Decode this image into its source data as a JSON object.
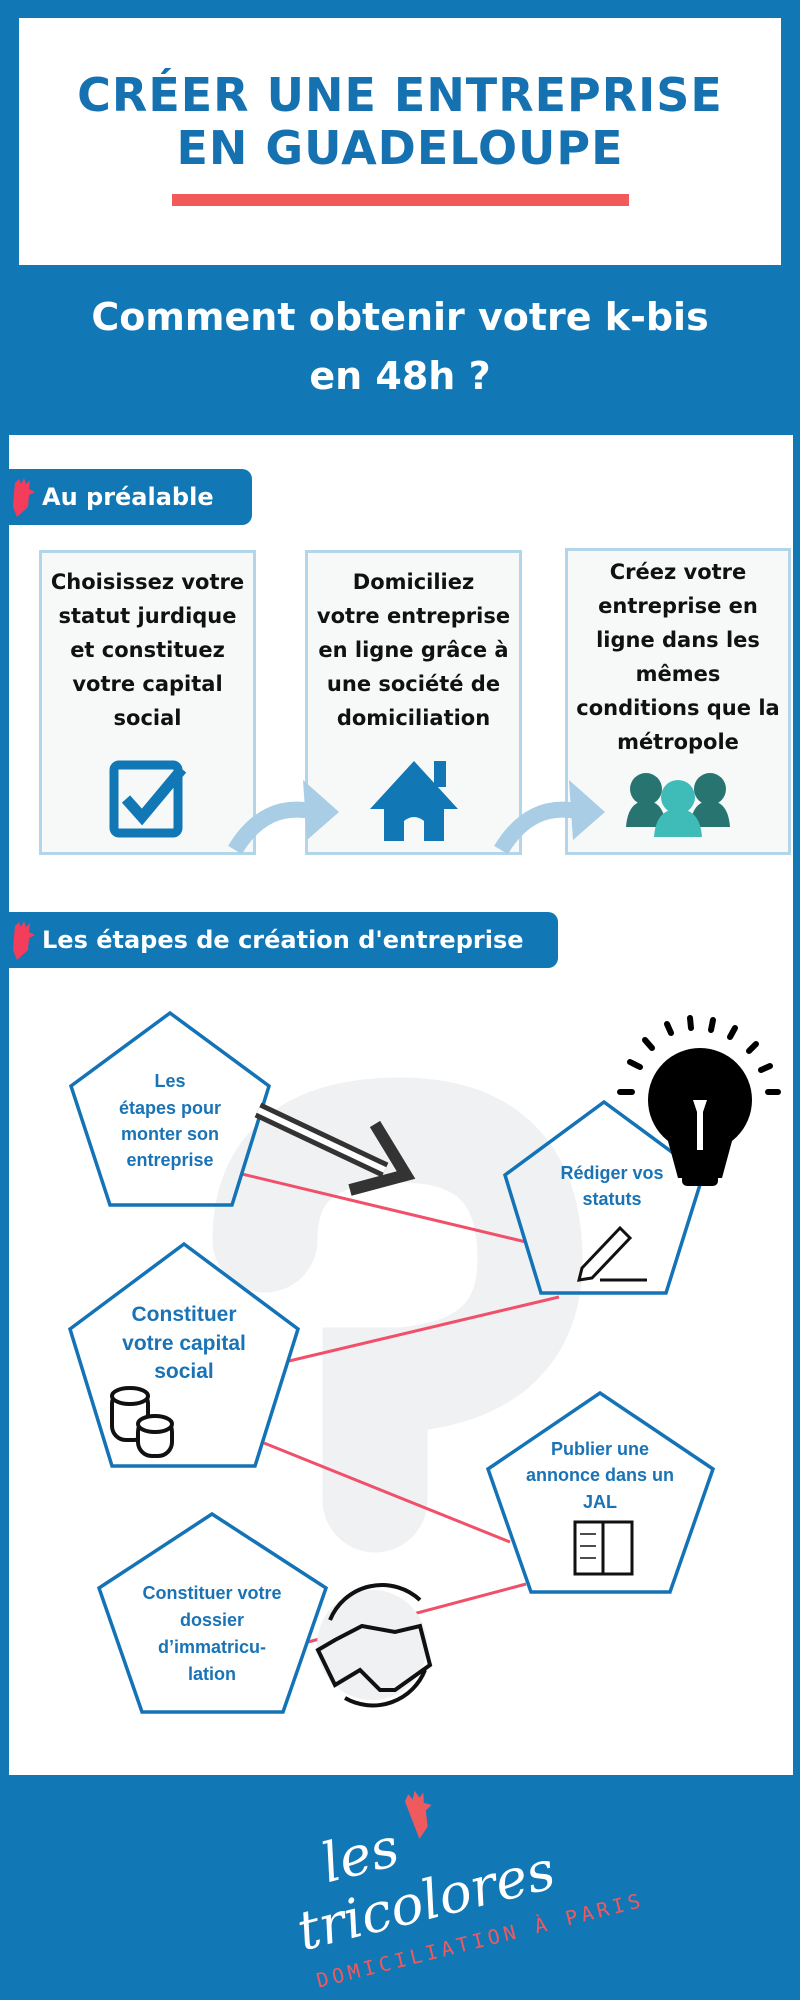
{
  "header": {
    "title_line1": "CRÉER UNE ENTREPRISE",
    "title_line2": "EN GUADELOUPE",
    "subtitle_line1": "Comment obtenir votre k-bis",
    "subtitle_line2": "en 48h ?"
  },
  "prerequisites": {
    "heading": "Au préalable",
    "cards": [
      {
        "lines": [
          "Choisissez votre",
          "statut jurdique",
          "et constituez",
          "votre capital",
          "social"
        ],
        "icon": "checkbox-icon"
      },
      {
        "lines": [
          "Domiciliez",
          "votre entreprise",
          "en ligne grâce à",
          "une société de",
          "domiciliation"
        ],
        "icon": "house-icon"
      },
      {
        "lines": [
          "Créez votre",
          "entreprise en",
          "ligne dans les",
          "mêmes",
          "conditions que la",
          "métropole"
        ],
        "icon": "group-icon"
      }
    ]
  },
  "steps": {
    "heading": "Les étapes de création d'entreprise",
    "items": [
      {
        "lines": [
          "Les",
          "étapes pour",
          "monter son",
          "entreprise"
        ]
      },
      {
        "lines": [
          "Rédiger vos",
          "statuts"
        ],
        "icon": "pencil-icon"
      },
      {
        "lines": [
          "Constituer",
          "votre capital",
          "social"
        ],
        "icon": "coins-icon"
      },
      {
        "lines": [
          "Publier une",
          "annonce dans un",
          "JAL"
        ],
        "icon": "book-icon"
      },
      {
        "lines": [
          "Constituer votre",
          "dossier",
          "d’immatricu-",
          "lation"
        ],
        "icon": "handshake-icon"
      }
    ]
  },
  "footer": {
    "logo_line1": "les",
    "logo_line2": "tricolores",
    "tagline": "DOMICILIATION À PARIS"
  },
  "colors": {
    "brand_blue": "#1277b5",
    "accent_red": "#f25a5a",
    "card_border": "#b3d5ea"
  }
}
